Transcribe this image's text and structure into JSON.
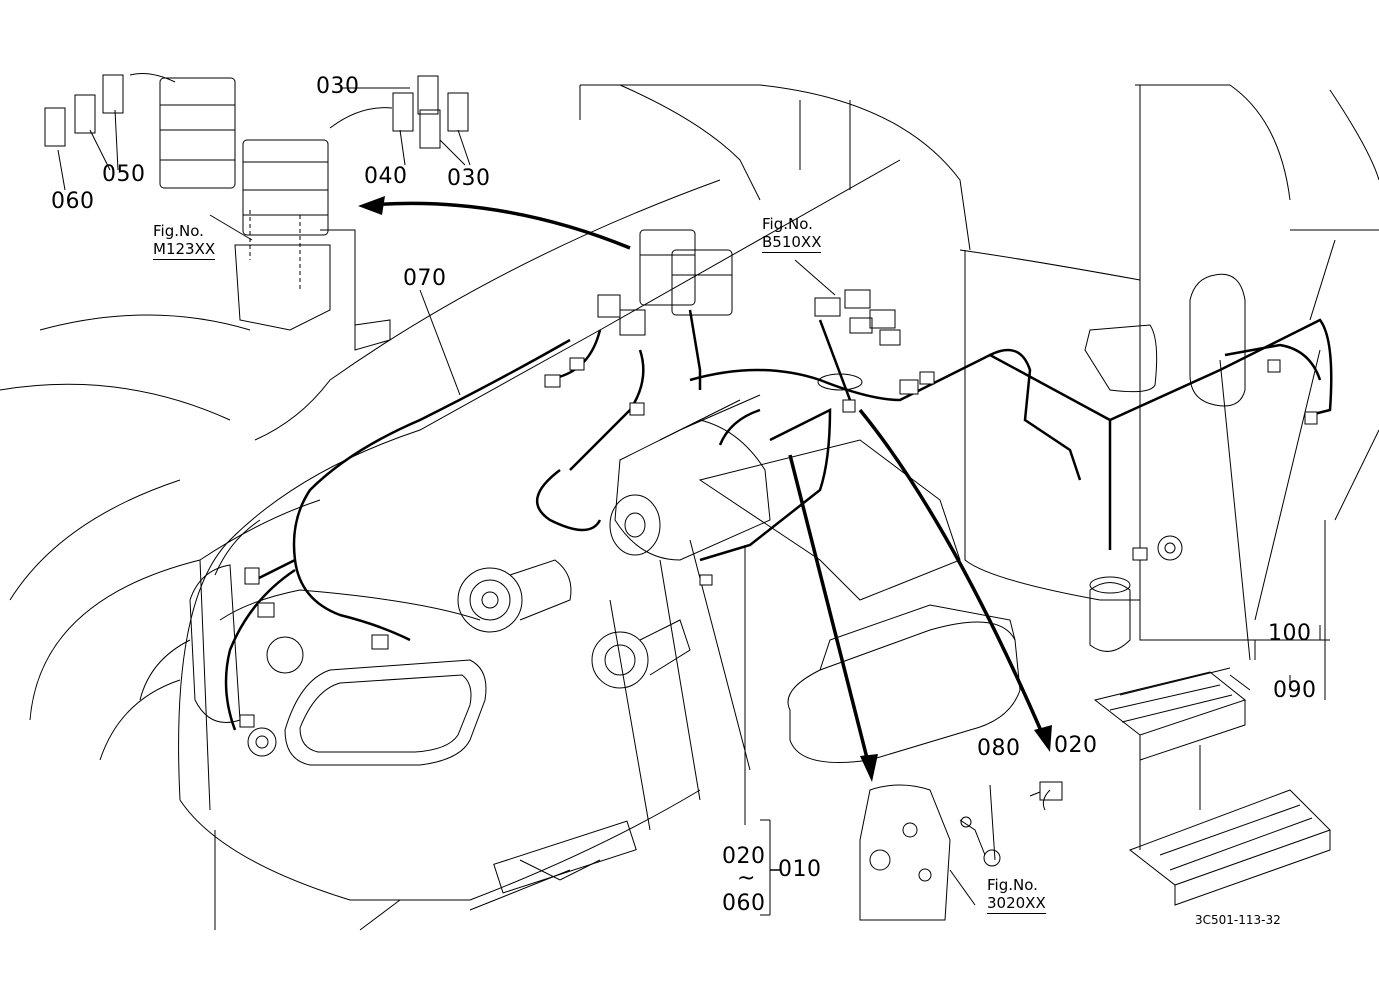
{
  "labels": {
    "p030_top": "030",
    "p050": "050",
    "p060": "060",
    "p040": "040",
    "p030_bottom": "030",
    "p070": "070",
    "p100": "100",
    "p090": "090",
    "p080": "080",
    "p020_right": "020",
    "p020_range_start": "020",
    "p060_range_end": "060",
    "range_tilde": "~",
    "p010": "010"
  },
  "figure_refs": {
    "m123": {
      "caption": "Fig.No.",
      "number": "M123XX"
    },
    "b510": {
      "caption": "Fig.No.",
      "number": "B510XX"
    },
    "f3020": {
      "caption": "Fig.No.",
      "number": "3020XX"
    }
  },
  "drawing_code": "3C501-113-32",
  "colors": {
    "line": "#000000",
    "background": "#ffffff"
  }
}
